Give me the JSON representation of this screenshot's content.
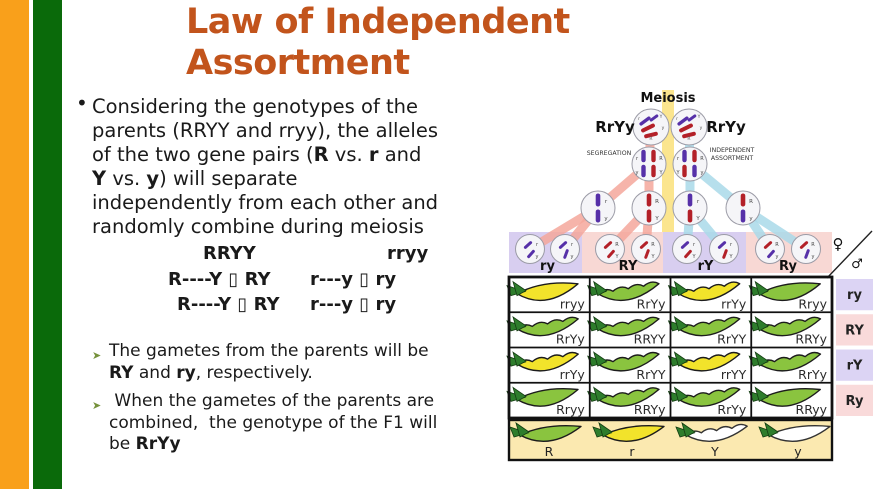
{
  "title": {
    "line1": "Law of Independent",
    "line2": "Assortment"
  },
  "bullets": {
    "dot": "•",
    "glyph": "➤",
    "main_lines": [
      [
        {
          "t": "Considering the genotypes of the"
        }
      ],
      [
        {
          "t": "parents (RRYY and rryy), the alleles"
        }
      ],
      [
        {
          "t": "of the two gene pairs ("
        },
        {
          "t": "R",
          "b": 1
        },
        {
          "t": " vs. "
        },
        {
          "t": "r",
          "b": 1
        },
        {
          "t": " and"
        }
      ],
      [
        {
          "t": "Y",
          "b": 1
        },
        {
          "t": " vs. "
        },
        {
          "t": "y",
          "b": 1
        },
        {
          "t": ") will separate"
        }
      ],
      [
        {
          "t": "independently from each other and"
        }
      ],
      [
        {
          "t": "randomly combine during meiosis"
        }
      ]
    ]
  },
  "formulas": {
    "row1": {
      "left": "RRYY",
      "right": "rryy"
    },
    "row2": {
      "left": "R----Y ▯ RY",
      "right": "r---y ▯ ry"
    },
    "row3": {
      "left": "R----Y ▯ RY",
      "right": "r---y ▯ ry"
    }
  },
  "sub_bullets": [
    {
      "lines": [
        [
          {
            "t": "The gametes from the parents will be"
          }
        ],
        [
          {
            "t": "RY",
            "b": 1
          },
          {
            "t": " and "
          },
          {
            "t": "ry",
            "b": 1
          },
          {
            "t": ", respectively."
          }
        ]
      ]
    },
    {
      "lines": [
        [
          {
            "t": " When the gametes of the parents are"
          }
        ],
        [
          {
            "t": "combined,  the genotype of the F1 will"
          }
        ],
        [
          {
            "t": "be "
          },
          {
            "t": "RrYy",
            "b": 1
          }
        ]
      ]
    }
  ],
  "diagram": {
    "meiosis": {
      "title": "Meiosis",
      "parent_label": "RrYy",
      "left_process": "SEGREGATION",
      "right_process": "INDEPENDENT ASSORTMENT",
      "parent_cell_letters": [
        "r",
        "Y",
        "y",
        "R"
      ],
      "tetrad_letters": [
        [
          "r",
          "R",
          "y",
          "Y"
        ],
        [
          "r",
          "R",
          "Y",
          "y"
        ]
      ],
      "secondary_cells": [
        [
          "r",
          "y"
        ],
        [
          "R",
          "Y"
        ],
        [
          "r",
          "Y"
        ],
        [
          "R",
          "y"
        ]
      ]
    },
    "gametes": [
      {
        "label": "ry",
        "alleles": [
          "r",
          "y"
        ]
      },
      {
        "label": "RY",
        "alleles": [
          "R",
          "Y"
        ]
      },
      {
        "label": "rY",
        "alleles": [
          "r",
          "Y"
        ]
      },
      {
        "label": "Ry",
        "alleles": [
          "R",
          "y"
        ]
      }
    ]
  },
  "punnett": {
    "female_symbol": "♀",
    "male_symbol": "♂",
    "row_labels": [
      "ry",
      "RY",
      "rY",
      "Ry"
    ],
    "cells": [
      [
        {
          "g": "rryy",
          "color": "yellow",
          "bumpy": false
        },
        {
          "g": "RrYy",
          "color": "green",
          "bumpy": true
        },
        {
          "g": "rrYy",
          "color": "yellow",
          "bumpy": true
        },
        {
          "g": "Rryy",
          "color": "green",
          "bumpy": false
        }
      ],
      [
        {
          "g": "RrYy",
          "color": "green",
          "bumpy": true
        },
        {
          "g": "RRYY",
          "color": "green",
          "bumpy": true
        },
        {
          "g": "RrYY",
          "color": "green",
          "bumpy": true
        },
        {
          "g": "RRYy",
          "color": "green",
          "bumpy": true
        }
      ],
      [
        {
          "g": "rrYy",
          "color": "yellow",
          "bumpy": true
        },
        {
          "g": "RrYY",
          "color": "green",
          "bumpy": true
        },
        {
          "g": "rrYY",
          "color": "yellow",
          "bumpy": true
        },
        {
          "g": "RrYy",
          "color": "green",
          "bumpy": true
        }
      ],
      [
        {
          "g": "Rryy",
          "color": "green",
          "bumpy": false
        },
        {
          "g": "RRYy",
          "color": "green",
          "bumpy": true
        },
        {
          "g": "RrYy",
          "color": "green",
          "bumpy": true
        },
        {
          "g": "RRyy",
          "color": "green",
          "bumpy": false
        }
      ]
    ],
    "legend": [
      {
        "g": "R",
        "color": "green",
        "bumpy": false
      },
      {
        "g": "r",
        "color": "yellow",
        "bumpy": false
      },
      {
        "g": "Y",
        "color": "white",
        "bumpy": true
      },
      {
        "g": "y",
        "color": "white",
        "bumpy": false
      }
    ]
  },
  "colors": {
    "accent_title": "#c2541c",
    "flag_orange": "#f9a01b",
    "flag_green": "#0a6a0a",
    "bullet_green": "#76923c",
    "chromosome_dominant": "#b32028",
    "chromosome_recessive": "#5630a8",
    "fan_pink": "#f5a79b",
    "fan_blue": "#a9d9e9",
    "meiosis_band": "#fbe58e",
    "band_lavender": "#d8cef0",
    "band_pink": "#f8d8d4",
    "header_lavender": "#dcd4f4",
    "header_pink": "#f9dada",
    "legend_bg": "#fbe9b0",
    "pod_green": "#8ac43f",
    "pod_yellow": "#f2e32b",
    "pod_white": "#ffffff"
  }
}
